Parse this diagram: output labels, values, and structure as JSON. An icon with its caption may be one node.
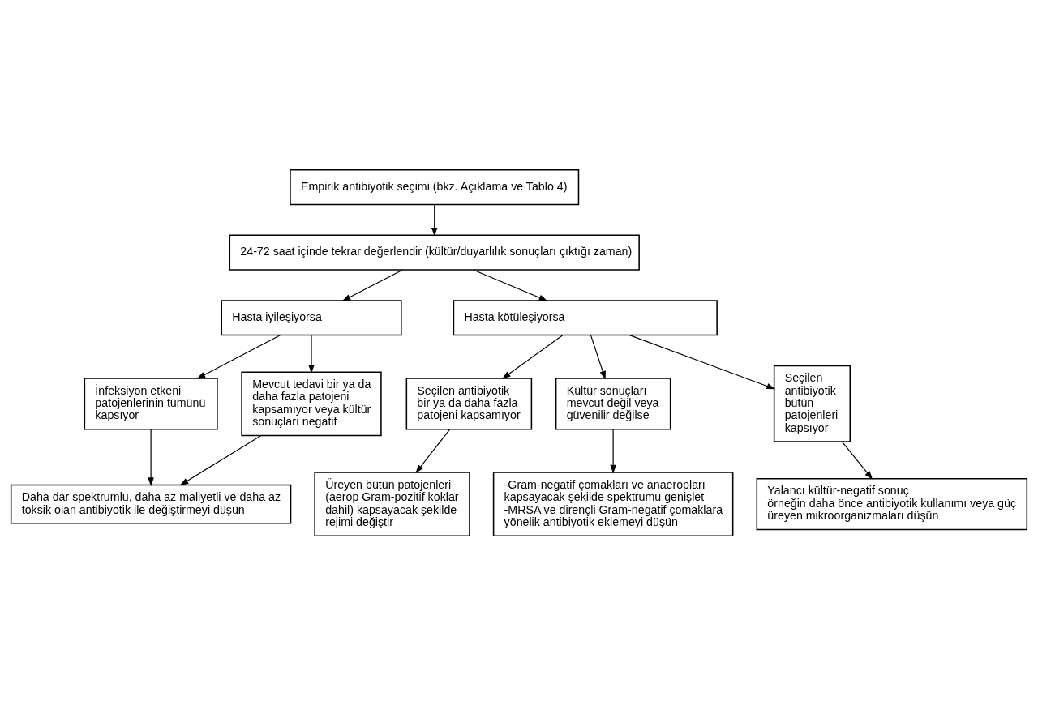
{
  "diagram": {
    "nodes": [
      {
        "text": [
          "Empirik antibiyotik seçimi (bkz. Açıklama ve Tablo 4)"
        ]
      },
      {
        "text": [
          "24-72 saat içinde tekrar değerlendir (kültür/duyarlılık sonuçları çıktığı zaman)"
        ]
      },
      {
        "text": [
          "Hasta iyileşiyorsa"
        ]
      },
      {
        "text": [
          "Hasta kötüleşiyorsa"
        ]
      },
      {
        "text": [
          "İnfeksiyon etkeni patojenlerinin tümünü kapsıyor"
        ]
      },
      {
        "text": [
          "Mevcut tedavi bir ya da daha fazla patojeni kapsamıyor veya kültür sonuçları negatif"
        ]
      },
      {
        "text": [
          "Seçilen antibiyotik bir ya da daha fazla patojeni kapsamıyor"
        ]
      },
      {
        "text": [
          "Kültür sonuçları mevcut değil veya güvenilir değilse"
        ]
      },
      {
        "text": [
          "Seçilen antibiyotik bütün patojenleri kapsıyor"
        ]
      },
      {
        "text": [
          "Daha dar spektrumlu, daha az maliyetli ve daha az toksik olan antibiyotik ile değiştirmeyi düşün"
        ]
      },
      {
        "text": [
          "Üreyen bütün patojenleri (aerop Gram-pozitif koklar dahil) kapsayacak şekilde rejimi değiştir"
        ]
      },
      {
        "text": [
          "-Gram-negatif çomakları ve anaeropları kapsayacak şekilde spektrumu genişlet",
          "-MRSA ve dirençli Gram-negatif çomaklara yönelik antibiyotik eklemeyi düşün"
        ]
      },
      {
        "text": [
          "Yalancı kültür-negatif sonuç",
          "örneğin daha önce antibiyotik kullanımı veya güç üreyen mikroorganizmaları düşün"
        ]
      }
    ],
    "edges": [
      {
        "from": 0,
        "to": 1,
        "arrow": "to"
      },
      {
        "from": 1,
        "to": 2,
        "arrow": "to"
      },
      {
        "from": 1,
        "to": 3,
        "arrow": "to"
      },
      {
        "from": 2,
        "to": 4,
        "arrow": "to"
      },
      {
        "from": 2,
        "to": 5,
        "arrow": "to"
      },
      {
        "from": 3,
        "to": 6,
        "arrow": "to"
      },
      {
        "from": 3,
        "to": 7,
        "arrow": "to"
      },
      {
        "from": 3,
        "to": 8,
        "arrow": "to"
      },
      {
        "from": 4,
        "to": 9,
        "arrow": "to"
      },
      {
        "from": 5,
        "to": 9,
        "arrow": "to"
      },
      {
        "from": 6,
        "to": 10,
        "arrow": "to"
      },
      {
        "from": 7,
        "to": 11,
        "arrow": "to"
      },
      {
        "from": 8,
        "to": 12,
        "arrow": "to"
      }
    ]
  }
}
